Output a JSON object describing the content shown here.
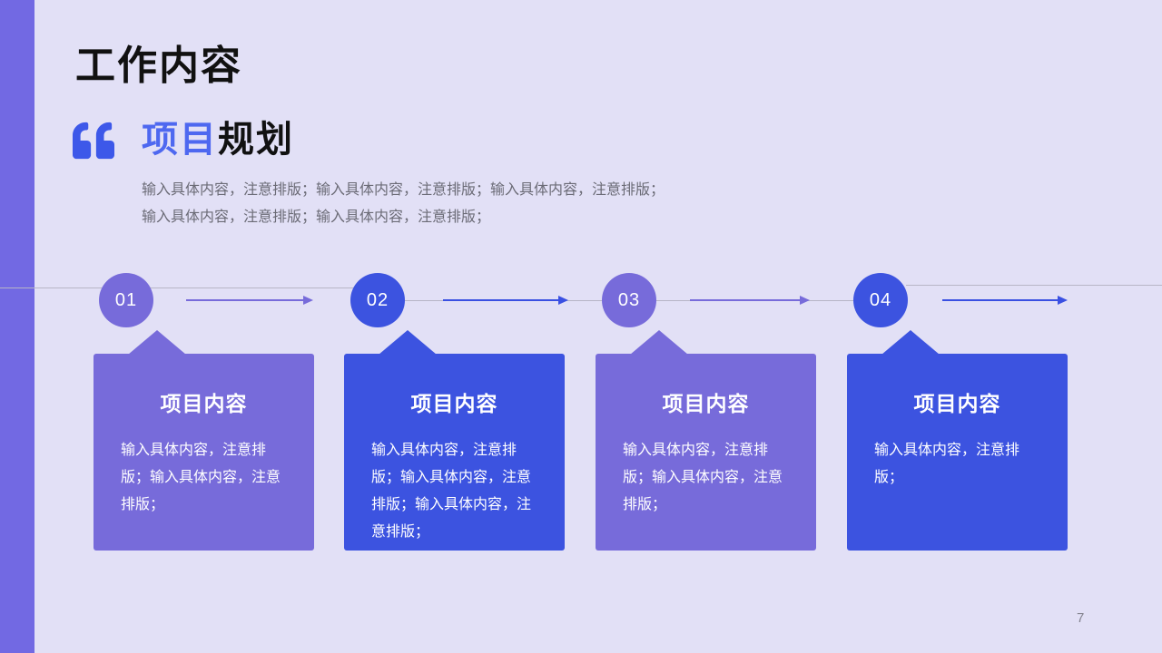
{
  "slide": {
    "title": "工作内容",
    "subtitle": {
      "highlight": "项目",
      "rest": "规划"
    },
    "description_lines": [
      "输入具体内容，注意排版；输入具体内容，注意排版；输入具体内容，注意排版；",
      "输入具体内容，注意排版；输入具体内容，注意排版；"
    ],
    "page_number": "7"
  },
  "timeline": {
    "steps": [
      {
        "number": "01",
        "title": "项目内容",
        "body": "输入具体内容，注意排版；输入具体内容，注意排版；",
        "color_role": "purple"
      },
      {
        "number": "02",
        "title": "项目内容",
        "body": "输入具体内容，注意排版；输入具体内容，注意排版；输入具体内容，注意排版；",
        "color_role": "blue"
      },
      {
        "number": "03",
        "title": "项目内容",
        "body": "输入具体内容，注意排版；输入具体内容，注意排版；",
        "color_role": "purple"
      },
      {
        "number": "04",
        "title": "项目内容",
        "body": "输入具体内容，注意排版；",
        "color_role": "blue"
      }
    ]
  },
  "icons": {
    "quote": "double-quote-left-icon"
  },
  "colors": {
    "background": "#e2e0f6",
    "side_bar": "#7269e3",
    "purple_accent": "#776bda",
    "blue_accent": "#3c53e0",
    "quote_blue": "#3d58e9",
    "highlight_blue": "#4e68f0",
    "title_ink": "#111111",
    "body_gray": "#6b6b76",
    "line_gray": "#b7b5c6"
  }
}
